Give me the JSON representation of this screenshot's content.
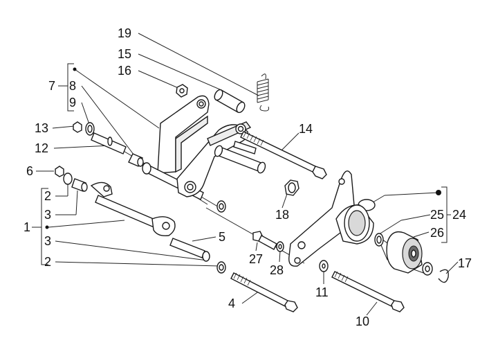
{
  "labels": {
    "l1": "1",
    "l2a": "2",
    "l2b": "2",
    "l3a": "3",
    "l3b": "3",
    "l4": "4",
    "l5": "5",
    "l6": "6",
    "l7": "7",
    "l8": "8",
    "l9": "9",
    "l10": "10",
    "l11": "11",
    "l12": "12",
    "l13": "13",
    "l14": "14",
    "l15": "15",
    "l16": "16",
    "l17": "17",
    "l18": "18",
    "l19": "19",
    "l24": "24",
    "l25": "25",
    "l26": "26",
    "l27": "27",
    "l28": "28"
  }
}
